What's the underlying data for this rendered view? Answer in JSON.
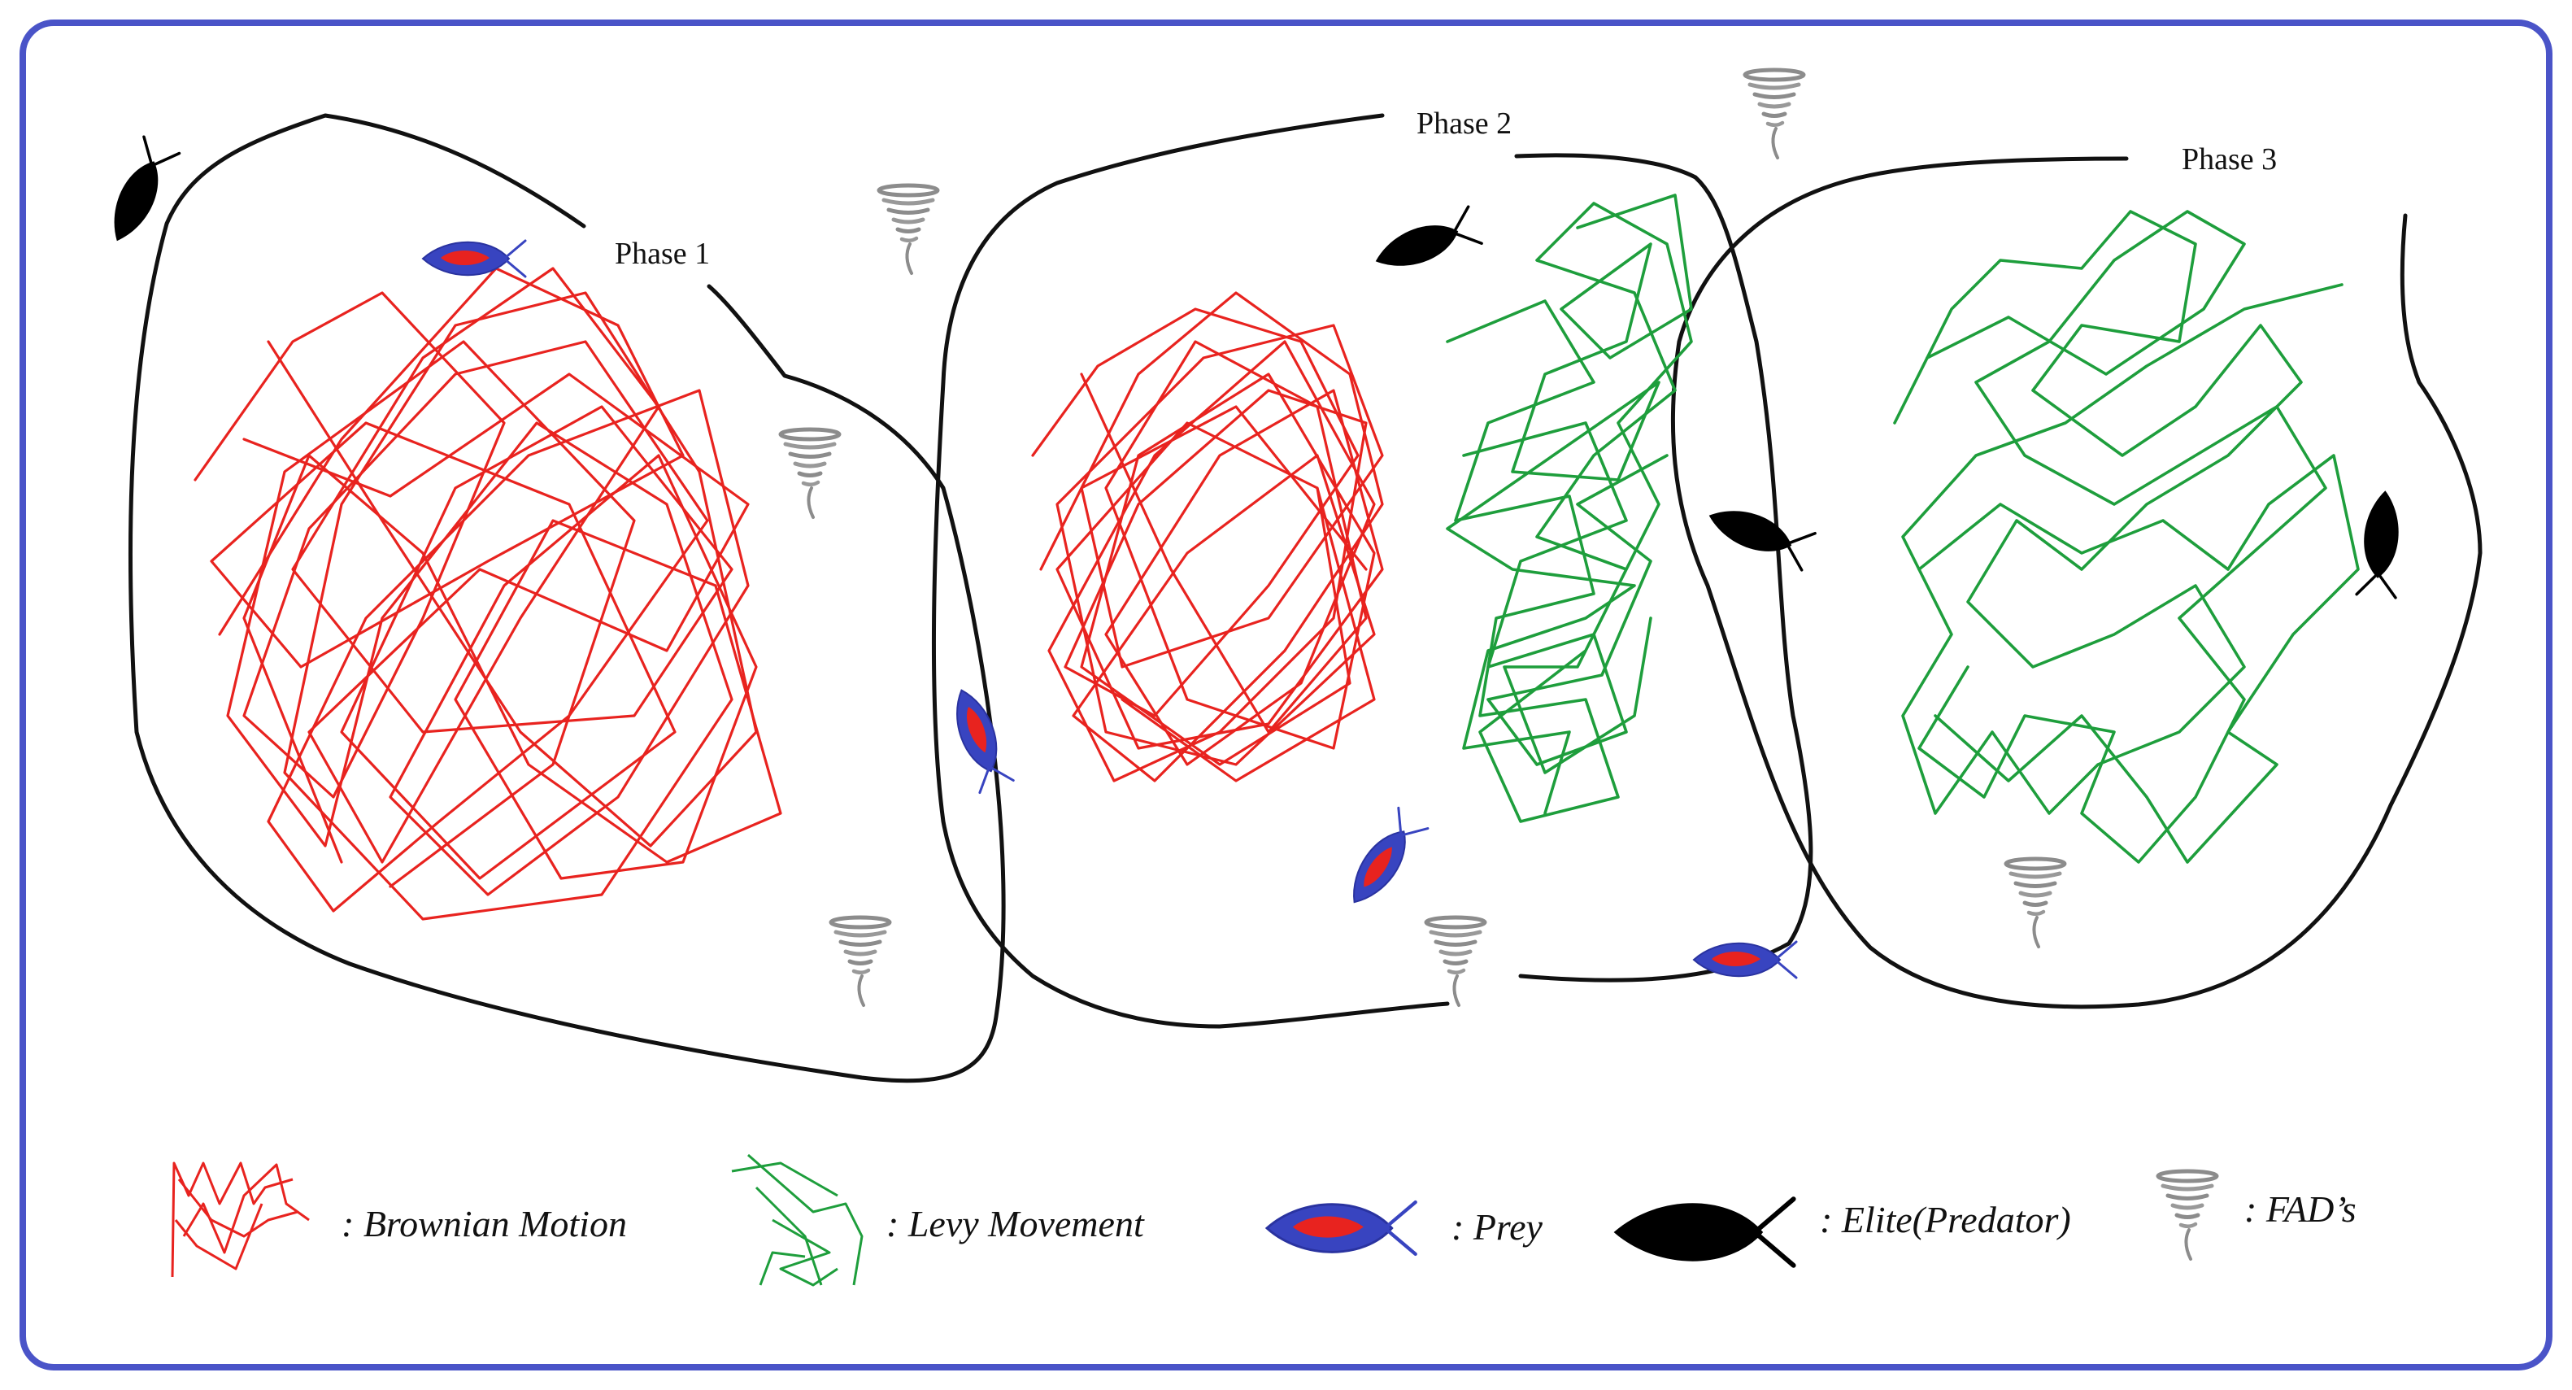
{
  "phases": [
    {
      "label": "Phase 1"
    },
    {
      "label": "Phase 2"
    },
    {
      "label": "Phase 3"
    }
  ],
  "legend": {
    "brownian": {
      "label": ": Brownian Motion"
    },
    "levy": {
      "label": ": Levy Movement"
    },
    "prey": {
      "label": ": Prey"
    },
    "elite": {
      "label": ": Elite(Predator)"
    },
    "fad": {
      "label": ": FAD’s"
    }
  },
  "colors": {
    "frame": "#4a54c8",
    "brownian": "#e8231f",
    "levy": "#1e9e3c",
    "prey_body": "#3844c0",
    "prey_core": "#e8231f",
    "elite": "#000000",
    "fad": "#8c8c8c"
  },
  "icons": {
    "prey": "prey-fish-icon",
    "elite": "elite-predator-fish-icon",
    "fad": "fad-tornado-icon"
  }
}
